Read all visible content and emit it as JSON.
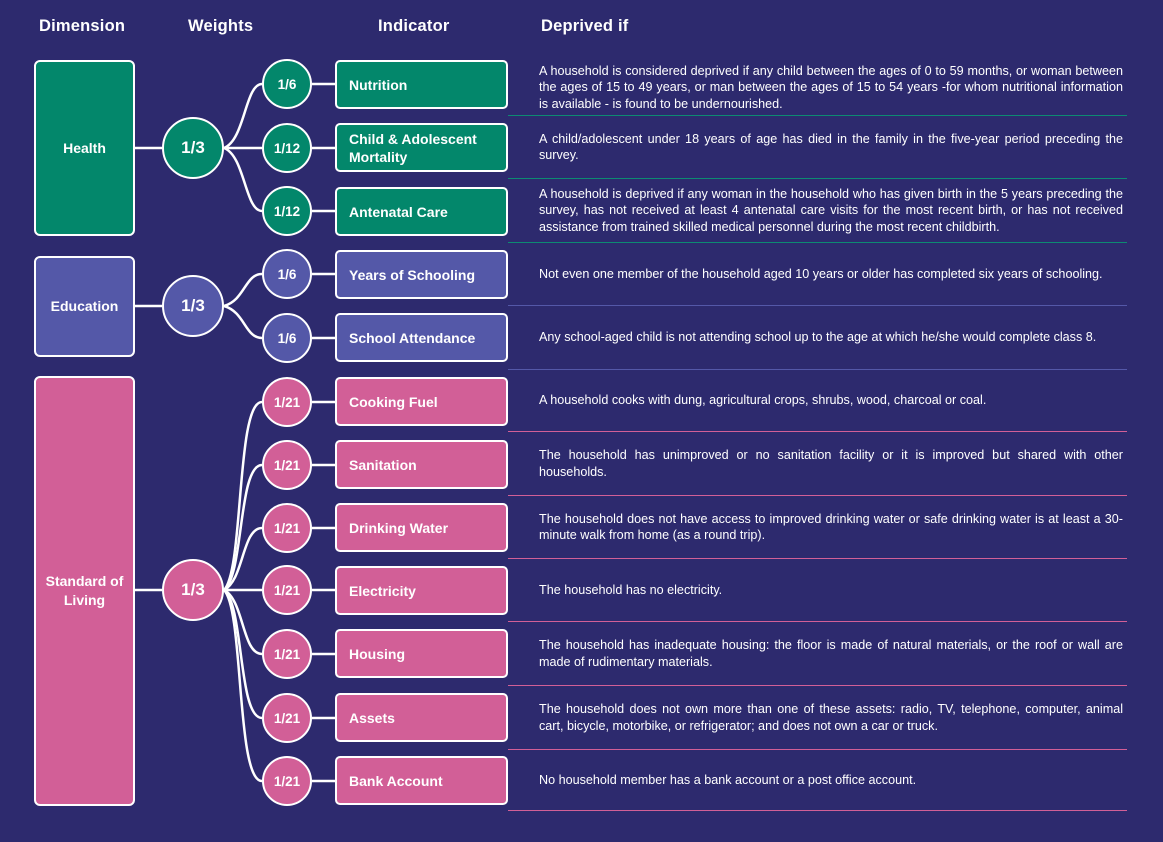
{
  "headers": {
    "dimension": "Dimension",
    "weights": "Weights",
    "indicator": "Indicator",
    "deprived_if": "Deprived if"
  },
  "colors": {
    "background": "#2d2a6e",
    "health": "#03876b",
    "education": "#5458a8",
    "standard_of_living": "#d25f97",
    "outline": "#ffffff"
  },
  "dimensions": [
    {
      "name": "Health",
      "weight": "1/3",
      "indicators": [
        {
          "name": "Nutrition",
          "weight": "1/6",
          "deprived_if": "A household is considered deprived if any child between the ages of 0 to 59 months, or woman between the ages of 15 to 49 years, or man between the ages of 15 to 54 years -for whom nutritional information is available - is found to be undernourished."
        },
        {
          "name": "Child & Adolescent Mortality",
          "weight": "1/12",
          "deprived_if": "A child/adolescent under 18 years of age has died in the family in the five-year period preceding the survey."
        },
        {
          "name": "Antenatal Care",
          "weight": "1/12",
          "deprived_if": "A household is deprived if any woman in the household who has given birth in the 5 years preceding the survey, has not received at least 4 antenatal care visits for the most recent birth, or has not received assistance from trained skilled medical personnel during the most recent childbirth."
        }
      ]
    },
    {
      "name": "Education",
      "weight": "1/3",
      "indicators": [
        {
          "name": "Years of Schooling",
          "weight": "1/6",
          "deprived_if": "Not even one member of the household aged 10 years or older has completed six years of schooling."
        },
        {
          "name": "School Attendance",
          "weight": "1/6",
          "deprived_if": "Any school-aged child is not attending school up to the age at which he/she would complete class 8."
        }
      ]
    },
    {
      "name": "Standard of Living",
      "weight": "1/3",
      "indicators": [
        {
          "name": "Cooking Fuel",
          "weight": "1/21",
          "deprived_if": "A household cooks with dung, agricultural crops, shrubs, wood, charcoal or coal."
        },
        {
          "name": "Sanitation",
          "weight": "1/21",
          "deprived_if": "The household has unimproved or no sanitation facility or it is improved but shared with other households."
        },
        {
          "name": "Drinking Water",
          "weight": "1/21",
          "deprived_if": "The household does not have access to improved drinking water or safe drinking water is at least a 30-minute walk from home (as a round trip)."
        },
        {
          "name": "Electricity",
          "weight": "1/21",
          "deprived_if": "The household has no electricity."
        },
        {
          "name": "Housing",
          "weight": "1/21",
          "deprived_if": "The household has inadequate housing: the floor is made of natural materials, or the roof or wall are made of rudimentary materials."
        },
        {
          "name": "Assets",
          "weight": "1/21",
          "deprived_if": "The household does not own more than one of these assets: radio, TV, telephone, computer, animal cart, bicycle, motorbike, or refrigerator; and does not own a car or truck."
        },
        {
          "name": "Bank Account",
          "weight": "1/21",
          "deprived_if": "No household member has a bank account or a post office account."
        }
      ]
    }
  ]
}
